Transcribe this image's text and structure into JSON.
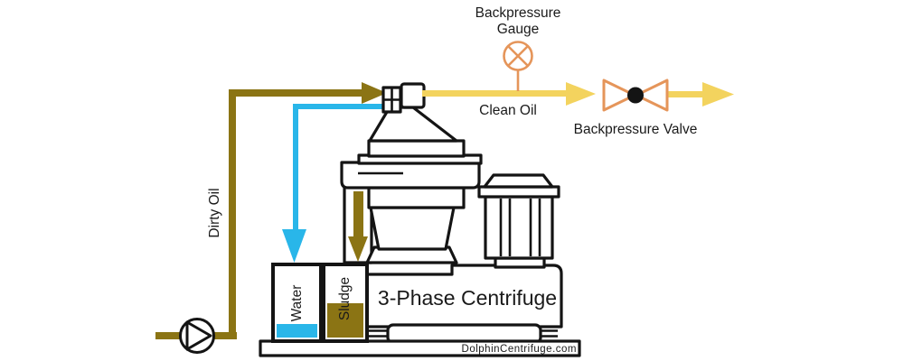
{
  "diagram": {
    "watermark": "DolphinCentrifuge.com",
    "watermark_color": "#C8C8C8",
    "outline_color": "#141414",
    "machine": {
      "label": "3-Phase Centrifuge"
    },
    "streams": [
      {
        "id": "dirty-oil",
        "label": "Dirty Oil",
        "color": "#8B7414",
        "from": "pump",
        "to": "centrifuge-inlet"
      },
      {
        "id": "clean-oil",
        "label": "Clean Oil",
        "color": "#F3D35E",
        "from": "centrifuge-inlet",
        "to": "backpressure-valve-outlet"
      }
    ],
    "tanks": [
      {
        "id": "water-tank",
        "label": "Water",
        "fill_color": "#29B6E9"
      },
      {
        "id": "sludge-tank",
        "label": "Sludge",
        "fill_color": "#8B7414"
      }
    ],
    "instruments": [
      {
        "id": "backpressure-gauge",
        "label_line1": "Backpressure",
        "label_line2": "Gauge",
        "color": "#E5955A"
      },
      {
        "id": "backpressure-valve",
        "label": "Backpressure Valve",
        "color": "#E5955A"
      }
    ]
  }
}
